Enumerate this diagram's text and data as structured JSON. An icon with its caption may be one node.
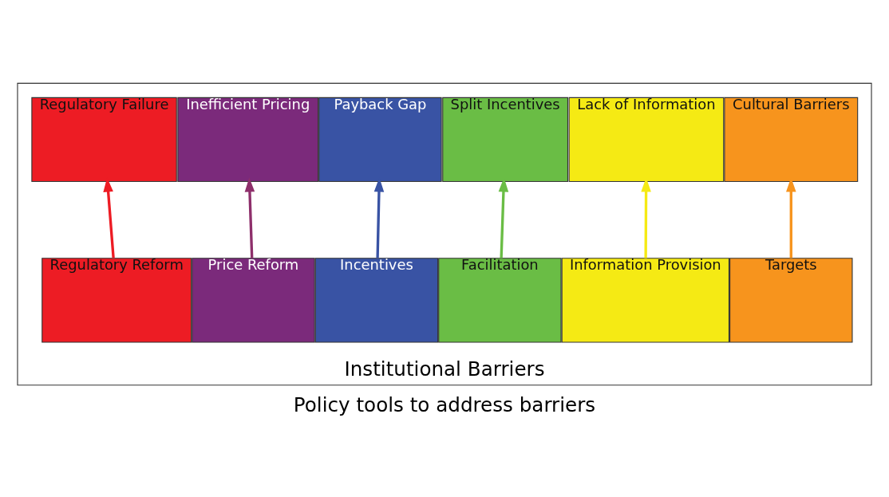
{
  "diagram": {
    "caption": "Policy tools to address barriers",
    "nodes": [
      {
        "text": [
          "Institutional Barriers"
        ]
      },
      {
        "text": [
          "Regulatory Failure"
        ],
        "in": 0
      },
      {
        "text": [
          "Inefficient Pricing"
        ],
        "in": 0
      },
      {
        "text": [
          "Payback Gap"
        ],
        "in": 0
      },
      {
        "text": [
          "Split Incentives"
        ],
        "in": 0
      },
      {
        "text": [
          "Lack of Information"
        ],
        "in": 0
      },
      {
        "text": [
          "Cultural Barriers"
        ],
        "in": 0
      },
      {
        "text": [
          "Regulatory Reform"
        ],
        "in": 0
      },
      {
        "text": [
          "Price Reform"
        ],
        "in": 0
      },
      {
        "text": [
          "Incentives"
        ],
        "in": 0
      },
      {
        "text": [
          "Facilitation"
        ],
        "in": 0
      },
      {
        "text": [
          "Information Provision"
        ],
        "in": 0
      },
      {
        "text": [
          "Targets"
        ],
        "in": 0
      }
    ],
    "edges": [
      {
        "from": 7,
        "to": 1,
        "arrow": "to",
        "color": "#ed1c24"
      },
      {
        "from": 8,
        "to": 2,
        "arrow": "to",
        "color": "#8e2f6b"
      },
      {
        "from": 9,
        "to": 3,
        "arrow": "to",
        "color": "#3953a4"
      },
      {
        "from": 10,
        "to": 4,
        "arrow": "to",
        "color": "#6abd45"
      },
      {
        "from": 11,
        "to": 5,
        "arrow": "to",
        "color": "#f5ea14"
      },
      {
        "from": 12,
        "to": 6,
        "arrow": "to",
        "color": "#f7941d"
      }
    ]
  }
}
